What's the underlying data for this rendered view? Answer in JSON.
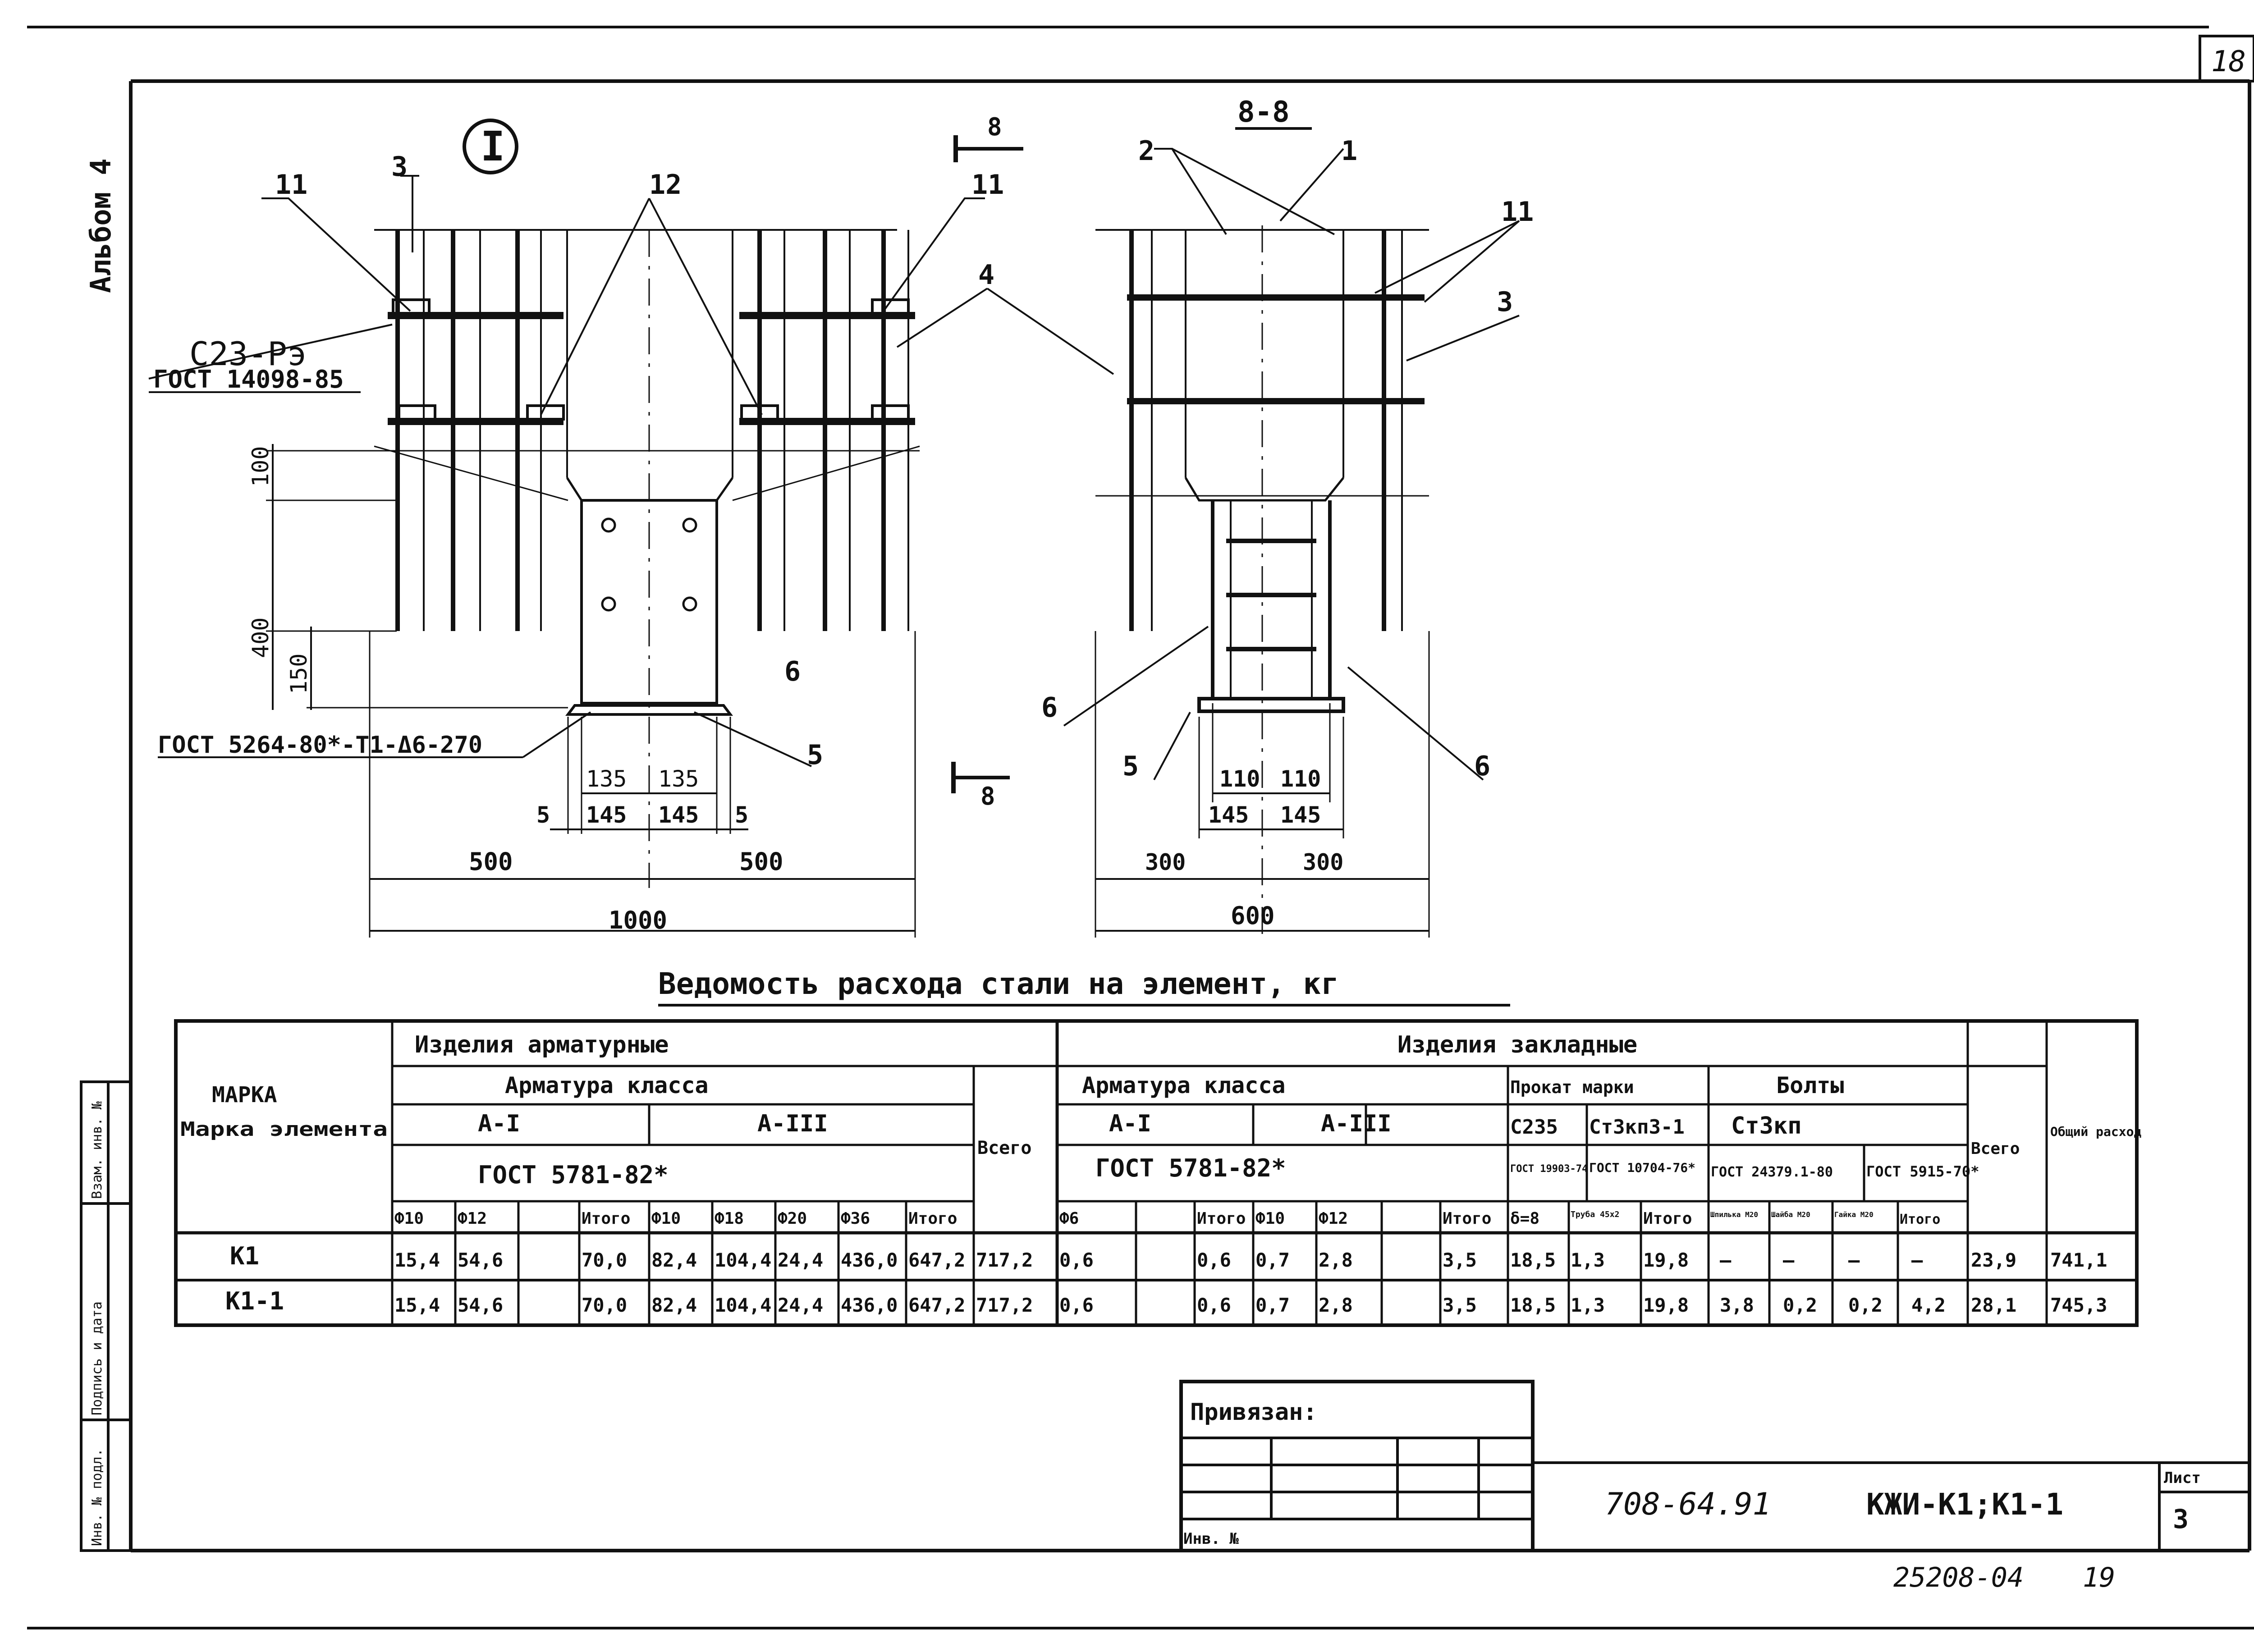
{
  "sheet_number": "18",
  "album": "Альбом 4",
  "node_mark": "I",
  "section_label": "8-8",
  "section_mark": "8",
  "callouts": {
    "c1": "1",
    "c2": "2",
    "c3": "3",
    "c4": "4",
    "c5": "5",
    "c6": "6",
    "c11": "11",
    "c12": "12"
  },
  "notes": {
    "weld_type": "С23-Рэ",
    "weld_gost": "ГОСТ 14098-85",
    "bottom_weld": "ГОСТ 5264-80*-Т1-Δ6-270"
  },
  "dims": {
    "d100": "100",
    "d400": "400",
    "d150": "150",
    "d135": "135",
    "d145": "145",
    "d5": "5",
    "d500": "500",
    "d1000": "1000",
    "d110": "110",
    "d300": "300",
    "d600": "600"
  },
  "table": {
    "title": "Ведомость расхода стали на элемент, кг",
    "mark_header": "Марка элемента",
    "rebar_group": "Изделия арматурные",
    "embedded_group": "Изделия закладные",
    "rebar_class": "Арматура класса",
    "class_a1": "А-I",
    "class_a3": "А-III",
    "gost_5781": "ГОСТ 5781-82*",
    "total_label": "Всего",
    "rolled_header": "Прокат марки",
    "steel_c235": "С235",
    "steel_st3kp3": "Ст3кп3-1",
    "gost_19903": "ГОСТ 19903-74",
    "gost_10704": "ГОСТ 10704-76*",
    "bolts_header": "Болты",
    "steel_st3kp": "Ст3кп",
    "gost_24379": "ГОСТ 24379.1-80",
    "gost_5915": "ГОСТ 5915-70*",
    "general_total": "Общий расход",
    "col_labels": [
      "Ф10",
      "Ф12",
      "",
      "Итого",
      "Ф10",
      "Ф18",
      "Ф20",
      "Ф36",
      "Итого",
      "Ф6",
      "",
      "Итого",
      "Ф10",
      "Ф12",
      "",
      "Итого",
      "δ=8",
      "Труба 45х2",
      "Итого",
      "Шпилька М20",
      "Шайба М20",
      "Гайка М20",
      "Итого"
    ],
    "rows": [
      {
        "mark": "К1",
        "vals": [
          "15,4",
          "54,6",
          "",
          "70,0",
          "82,4",
          "104,4",
          "24,4",
          "436,0",
          "647,2",
          "717,2",
          "0,6",
          "",
          "0,6",
          "0,7",
          "2,8",
          "",
          "3,5",
          "18,5",
          "1,3",
          "19,8",
          "–",
          "–",
          "–",
          "–",
          "23,9",
          "741,1"
        ]
      },
      {
        "mark": "К1-1",
        "vals": [
          "15,4",
          "54,6",
          "",
          "70,0",
          "82,4",
          "104,4",
          "24,4",
          "436,0",
          "647,2",
          "717,2",
          "0,6",
          "",
          "0,6",
          "0,7",
          "2,8",
          "",
          "3,5",
          "18,5",
          "1,3",
          "19,8",
          "3,8",
          "0,2",
          "0,2",
          "4,2",
          "28,1",
          "745,3"
        ]
      }
    ]
  },
  "stamp": {
    "linked_label": "Привязан:",
    "inv_label": "Инв. №",
    "doc_code": "708-64.91",
    "doc_marks": "КЖИ-К1;К1-1",
    "list_label": "Лист",
    "list_num": "3",
    "archive_no": "25208-04",
    "archive_page": "19"
  },
  "side_stamp": {
    "vzam": "Взам. инв. №",
    "sign": "Подпись и дата",
    "inv": "Инв. № подл."
  }
}
